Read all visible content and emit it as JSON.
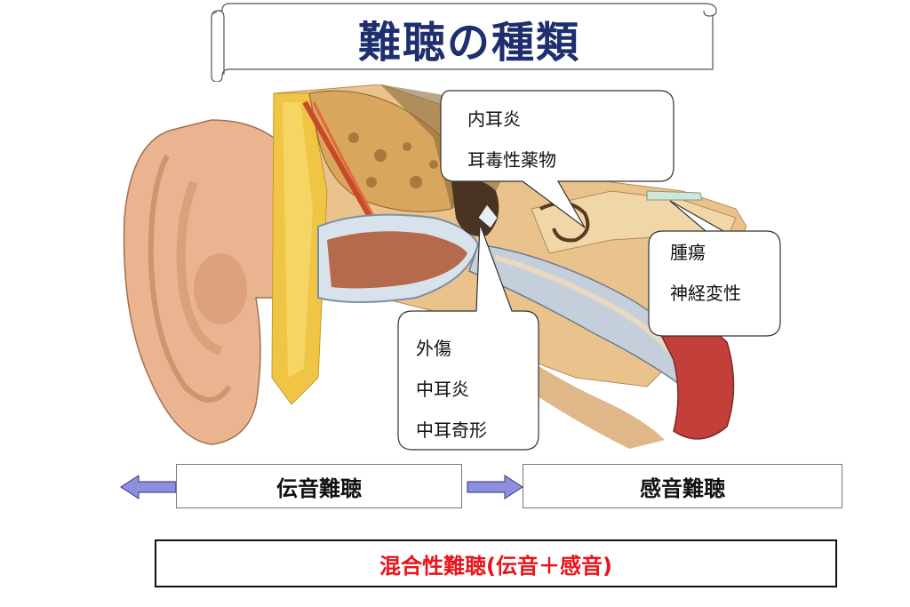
{
  "title": "難聴の種類",
  "callouts": {
    "inner_ear": [
      "内耳炎",
      "耳毒性薬物"
    ],
    "nerve": [
      "腫瘍",
      "神経変性"
    ],
    "middle_ear": [
      "外傷",
      "中耳炎",
      "中耳奇形"
    ]
  },
  "categories": {
    "conductive": "伝音難聴",
    "sensorineural": "感音難聴",
    "mixed": "混合性難聴(伝音＋感音)"
  },
  "colors": {
    "title": "#1f2f6e",
    "mixed_text": "#e8141b",
    "arrow_fill": "#8f8fe0"
  }
}
